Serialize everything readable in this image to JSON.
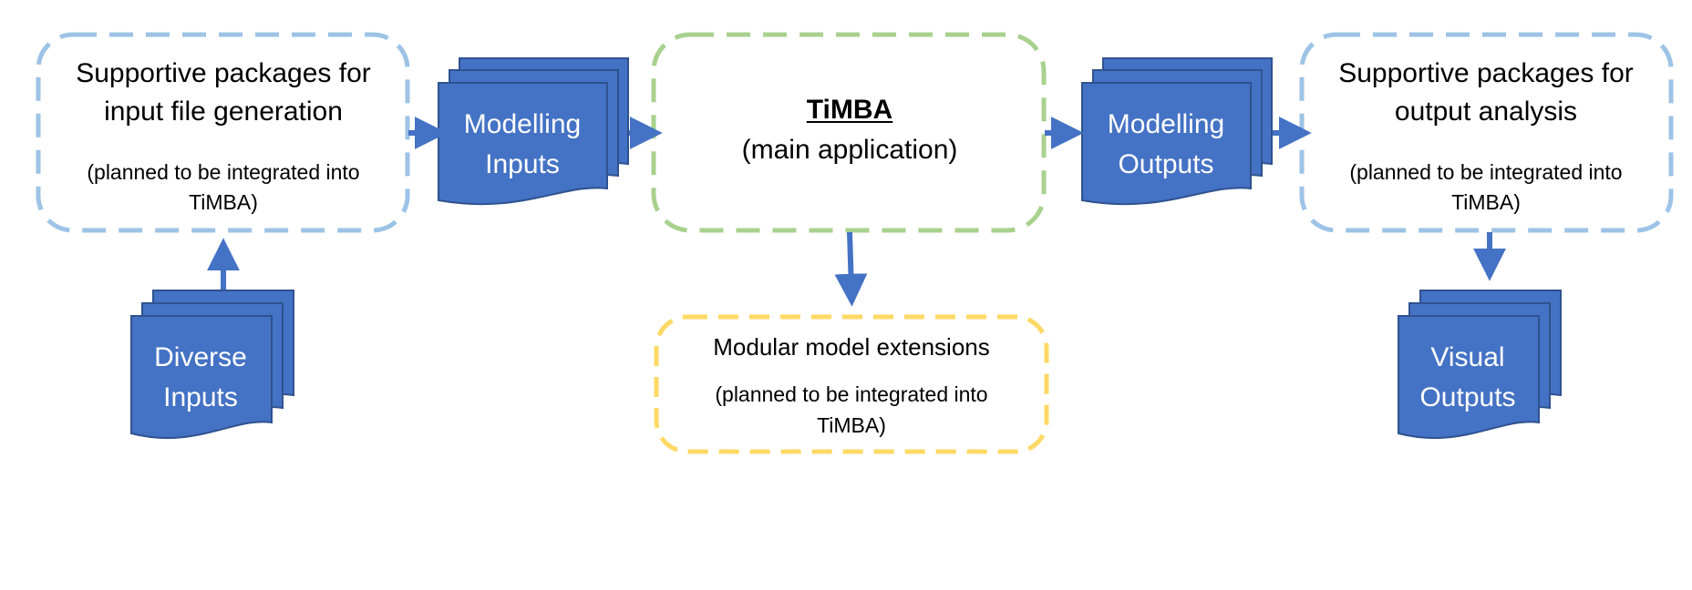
{
  "colors": {
    "input_box_border": "#9DC3E6",
    "main_box_border": "#A9D18E",
    "extension_box_border": "#FFD966",
    "output_box_border": "#9DC3E6",
    "document_fill": "#4472C4",
    "arrow": "#4472C4"
  },
  "input_packages": {
    "title_line1": "Supportive packages for",
    "title_line2": "input file generation",
    "note_line1": "(planned to be integrated into",
    "note_line2": "TiMBA)"
  },
  "modelling_inputs": {
    "line1": "Modelling",
    "line2": "Inputs"
  },
  "main_app": {
    "title": "TiMBA",
    "subtitle": "(main application)"
  },
  "modelling_outputs": {
    "line1": "Modelling",
    "line2": "Outputs"
  },
  "output_packages": {
    "title_line1": "Supportive packages for",
    "title_line2": "output analysis",
    "note_line1": "(planned to be integrated into",
    "note_line2": "TiMBA)"
  },
  "diverse_inputs": {
    "line1": "Diverse",
    "line2": "Inputs"
  },
  "extensions": {
    "title": "Modular model extensions",
    "note_line1": "(planned to be integrated into",
    "note_line2": "TiMBA)"
  },
  "visual_outputs": {
    "line1": "Visual",
    "line2": "Outputs"
  }
}
